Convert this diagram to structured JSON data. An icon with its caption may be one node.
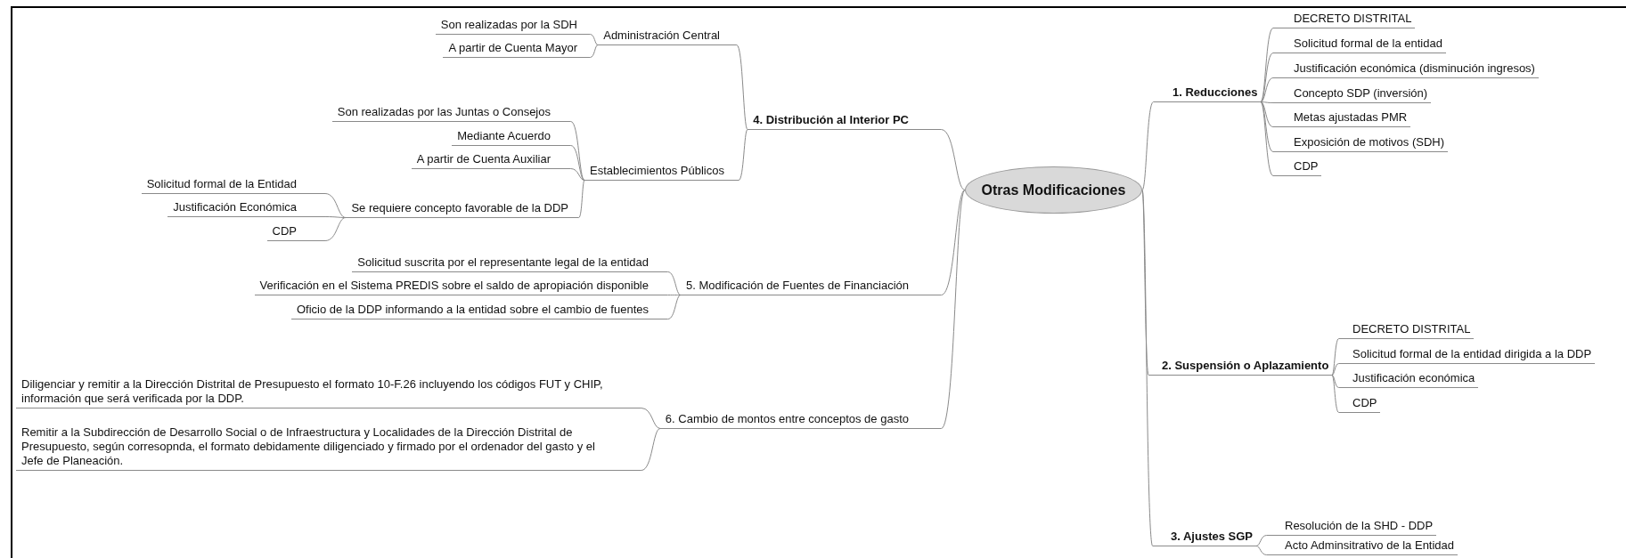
{
  "diagram": {
    "nodes": [
      {
        "text": [
          "Otras Modificaciones"
        ]
      },
      {
        "text": [
          "1. Reducciones"
        ]
      },
      {
        "text": [
          "DECRETO DISTRITAL"
        ]
      },
      {
        "text": [
          "Solicitud formal de la entidad"
        ]
      },
      {
        "text": [
          "Justificación económica (disminución ingresos)"
        ]
      },
      {
        "text": [
          "Concepto SDP (inversión)"
        ]
      },
      {
        "text": [
          "Metas ajustadas PMR"
        ]
      },
      {
        "text": [
          "Exposición de motivos (SDH)"
        ]
      },
      {
        "text": [
          "CDP"
        ]
      },
      {
        "text": [
          "2. Suspensión o Aplazamiento"
        ]
      },
      {
        "text": [
          "DECRETO DISTRITAL"
        ]
      },
      {
        "text": [
          "Solicitud formal de la entidad dirigida a la DDP"
        ]
      },
      {
        "text": [
          "Justificación económica"
        ]
      },
      {
        "text": [
          "CDP"
        ]
      },
      {
        "text": [
          "3. Ajustes SGP"
        ]
      },
      {
        "text": [
          "Resolución de la SHD - DDP"
        ]
      },
      {
        "text": [
          "Acto Adminsitrativo de la Entidad"
        ]
      },
      {
        "text": [
          "4. Distribución  al Interior PC"
        ]
      },
      {
        "text": [
          "Administración Central"
        ]
      },
      {
        "text": [
          "Son realizadas por la SDH"
        ]
      },
      {
        "text": [
          "A partir de Cuenta Mayor"
        ]
      },
      {
        "text": [
          "Establecimientos Públicos"
        ]
      },
      {
        "text": [
          "Son realizadas por las Juntas o Consejos"
        ]
      },
      {
        "text": [
          "Mediante Acuerdo"
        ]
      },
      {
        "text": [
          "A partir de Cuenta Auxiliar"
        ]
      },
      {
        "text": [
          "Se requiere concepto favorable de la DDP"
        ]
      },
      {
        "text": [
          "Solicitud formal de la Entidad"
        ]
      },
      {
        "text": [
          "Justificación Económica"
        ]
      },
      {
        "text": [
          "CDP"
        ]
      },
      {
        "text": [
          "5. Modificación de Fuentes de Financiación"
        ]
      },
      {
        "text": [
          "Solicitud suscrita por el representante legal de la entidad"
        ]
      },
      {
        "text": [
          "Verificación en el Sistema PREDIS sobre el saldo de apropiación disponible"
        ]
      },
      {
        "text": [
          "Oficio de la DDP informando a la entidad sobre el cambio de fuentes"
        ]
      },
      {
        "text": [
          "6. Cambio de montos entre conceptos de gasto"
        ]
      },
      {
        "text": [
          "Diligenciar  y remitir a la Dirección Distrital de Presupuesto el formato 10-F.26  incluyendo  los códigos FUT y CHIP, información que será verificada por  la DDP."
        ]
      },
      {
        "text": [
          "Remitir a la Subdirección de Desarrollo Social o de Infraestructura y Localidades de la Dirección Distrital de Presupuesto, según corresopnda, el formato debidamente diligenciado y firmado por el ordenador del gasto y el Jefe de Planeación."
        ]
      }
    ],
    "edges": [
      {
        "from": 0,
        "to": 1,
        "arrow": "none"
      },
      {
        "from": 1,
        "to": 2,
        "arrow": "none"
      },
      {
        "from": 1,
        "to": 3,
        "arrow": "none"
      },
      {
        "from": 1,
        "to": 4,
        "arrow": "none"
      },
      {
        "from": 1,
        "to": 5,
        "arrow": "none"
      },
      {
        "from": 1,
        "to": 6,
        "arrow": "none"
      },
      {
        "from": 1,
        "to": 7,
        "arrow": "none"
      },
      {
        "from": 1,
        "to": 8,
        "arrow": "none"
      },
      {
        "from": 0,
        "to": 9,
        "arrow": "none"
      },
      {
        "from": 9,
        "to": 10,
        "arrow": "none"
      },
      {
        "from": 9,
        "to": 11,
        "arrow": "none"
      },
      {
        "from": 9,
        "to": 12,
        "arrow": "none"
      },
      {
        "from": 9,
        "to": 13,
        "arrow": "none"
      },
      {
        "from": 0,
        "to": 14,
        "arrow": "none"
      },
      {
        "from": 14,
        "to": 15,
        "arrow": "none"
      },
      {
        "from": 14,
        "to": 16,
        "arrow": "none"
      },
      {
        "from": 0,
        "to": 17,
        "arrow": "none"
      },
      {
        "from": 17,
        "to": 18,
        "arrow": "none"
      },
      {
        "from": 18,
        "to": 19,
        "arrow": "none"
      },
      {
        "from": 18,
        "to": 20,
        "arrow": "none"
      },
      {
        "from": 17,
        "to": 21,
        "arrow": "none"
      },
      {
        "from": 21,
        "to": 22,
        "arrow": "none"
      },
      {
        "from": 21,
        "to": 23,
        "arrow": "none"
      },
      {
        "from": 21,
        "to": 24,
        "arrow": "none"
      },
      {
        "from": 21,
        "to": 25,
        "arrow": "none"
      },
      {
        "from": 25,
        "to": 26,
        "arrow": "none"
      },
      {
        "from": 25,
        "to": 27,
        "arrow": "none"
      },
      {
        "from": 25,
        "to": 28,
        "arrow": "none"
      },
      {
        "from": 0,
        "to": 29,
        "arrow": "none"
      },
      {
        "from": 29,
        "to": 30,
        "arrow": "none"
      },
      {
        "from": 29,
        "to": 31,
        "arrow": "none"
      },
      {
        "from": 29,
        "to": 32,
        "arrow": "none"
      },
      {
        "from": 0,
        "to": 33,
        "arrow": "none"
      },
      {
        "from": 33,
        "to": 34,
        "arrow": "none"
      },
      {
        "from": 33,
        "to": 35,
        "arrow": "none"
      }
    ]
  }
}
